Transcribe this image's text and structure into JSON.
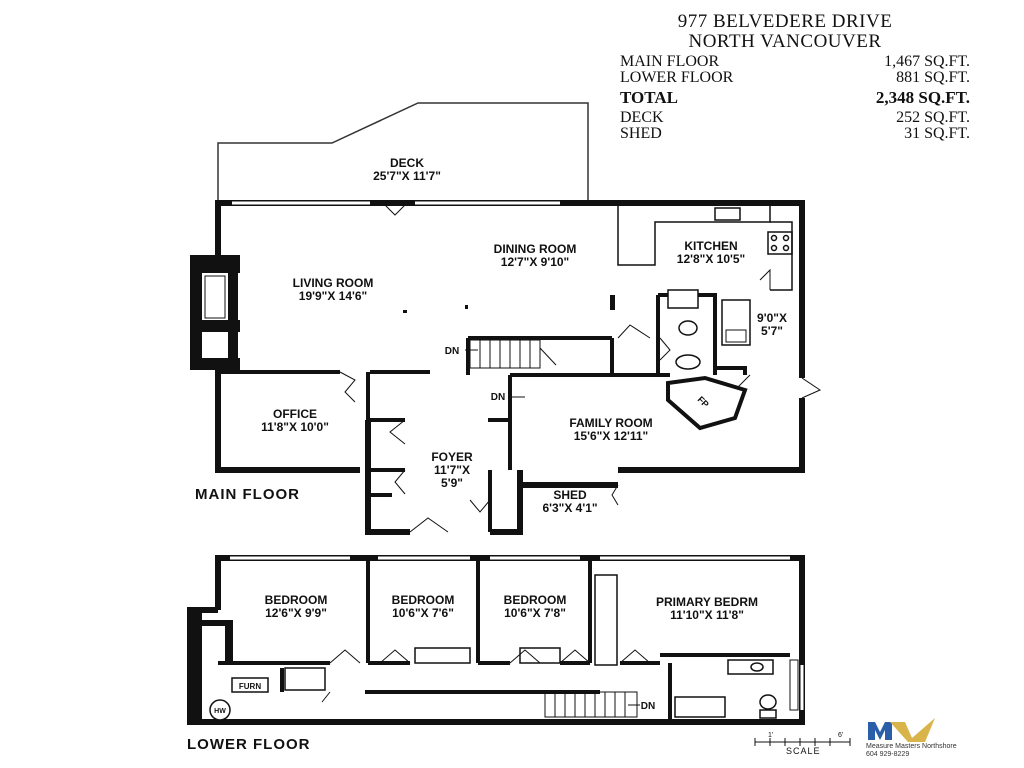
{
  "header": {
    "address_line1": "977 BELVEDERE DRIVE",
    "address_line2": "NORTH VANCOUVER"
  },
  "areas": [
    {
      "label": "MAIN FLOOR",
      "value": "1,467 SQ.FT."
    },
    {
      "label": "LOWER FLOOR",
      "value": "881 SQ.FT."
    },
    {
      "label": "TOTAL",
      "value": "2,348 SQ.FT.",
      "bold": true
    },
    {
      "label": "DECK",
      "value": "252 SQ.FT."
    },
    {
      "label": "SHED",
      "value": "31 SQ.FT."
    }
  ],
  "main_floor": {
    "title": "MAIN FLOOR",
    "deck": {
      "name": "DECK",
      "dims": "25'7\"X 11'7\""
    },
    "living_room": {
      "name": "LIVING ROOM",
      "dims": "19'9\"X 14'6\""
    },
    "dining_room": {
      "name": "DINING ROOM",
      "dims": "12'7\"X 9'10\""
    },
    "kitchen": {
      "name": "KITCHEN",
      "dims": "12'8\"X 10'5\""
    },
    "pantry": {
      "dims_line1": "9'0\"X",
      "dims_line2": "5'7\""
    },
    "office": {
      "name": "OFFICE",
      "dims": "11'8\"X 10'0\""
    },
    "foyer": {
      "name": "FOYER",
      "dims_line1": "11'7\"X",
      "dims_line2": "5'9\""
    },
    "family_room": {
      "name": "FAMILY ROOM",
      "dims": "15'6\"X 12'11\""
    },
    "shed": {
      "name": "SHED",
      "dims": "6'3\"X 4'1\""
    },
    "fireplace_label": "FP",
    "stair_label_1": "DN",
    "stair_label_2": "DN"
  },
  "lower_floor": {
    "title": "LOWER FLOOR",
    "bedroom_1": {
      "name": "BEDROOM",
      "dims": "12'6\"X 9'9\""
    },
    "bedroom_2": {
      "name": "BEDROOM",
      "dims": "10'6\"X 7'6\""
    },
    "bedroom_3": {
      "name": "BEDROOM",
      "dims": "10'6\"X 7'8\""
    },
    "primary": {
      "name": "PRIMARY BEDRM",
      "dims": "11'10\"X 11'8\""
    },
    "furnace_label": "FURN",
    "hot_water_label": "HW",
    "stair_label": "DN"
  },
  "scale": {
    "label": "SCALE",
    "tick_start": "1'",
    "tick_end": "6'"
  },
  "logo": {
    "line1": "Measure Masters Northshore",
    "line2": "604 929-8229"
  },
  "colors": {
    "wall": "#111111",
    "logo_blue": "#2a5ea8",
    "logo_gold": "#d9b44a"
  }
}
